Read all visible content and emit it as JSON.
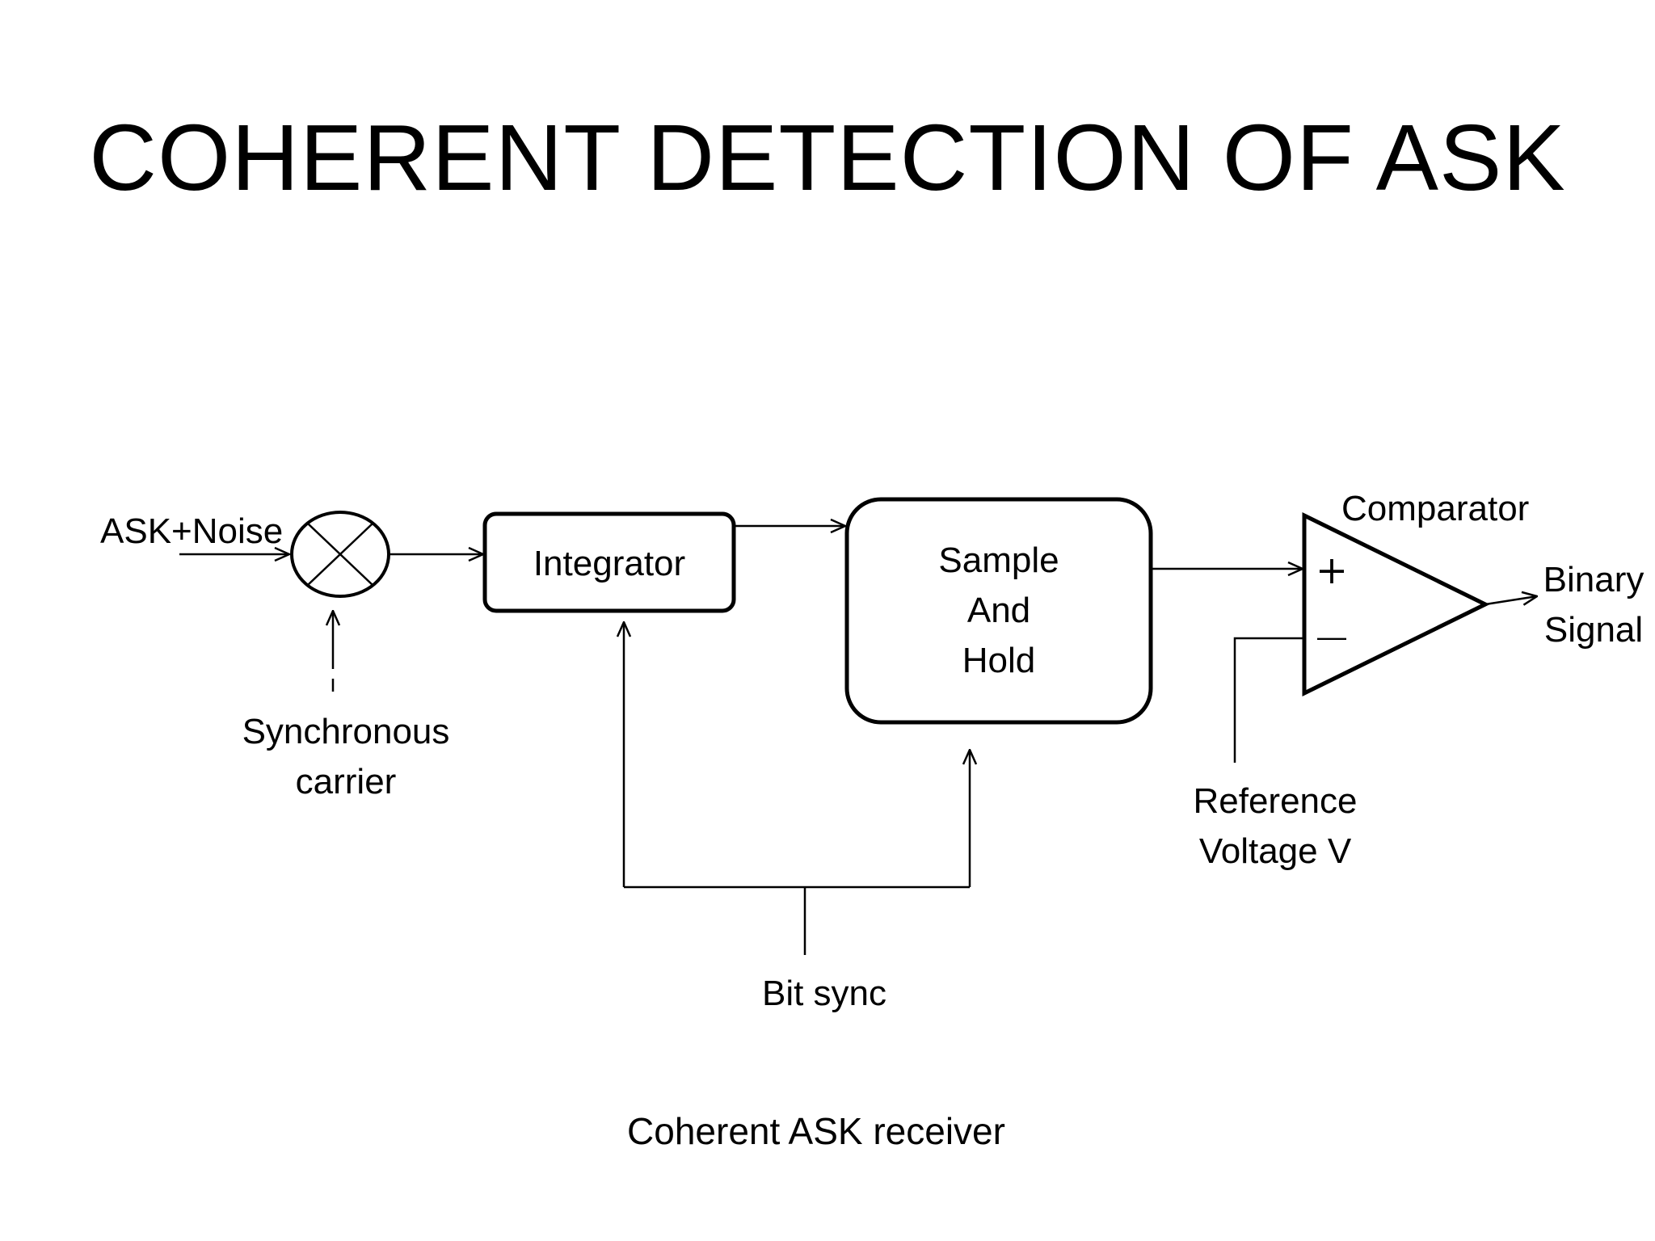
{
  "title": "COHERENT DETECTION OF ASK",
  "caption": "Coherent ASK receiver",
  "diagram": {
    "input_label": "ASK+Noise",
    "carrier_label": [
      "Synchronous",
      "carrier"
    ],
    "integrator_label": "Integrator",
    "sample_hold_label": [
      "Sample",
      "And",
      "Hold"
    ],
    "comparator_label": "Comparator",
    "comparator_plus": "+",
    "comparator_minus": "—",
    "output_label": [
      "Binary",
      "Signal"
    ],
    "reference_label": [
      "Reference",
      "Voltage V"
    ],
    "bit_sync_label": "Bit sync"
  }
}
